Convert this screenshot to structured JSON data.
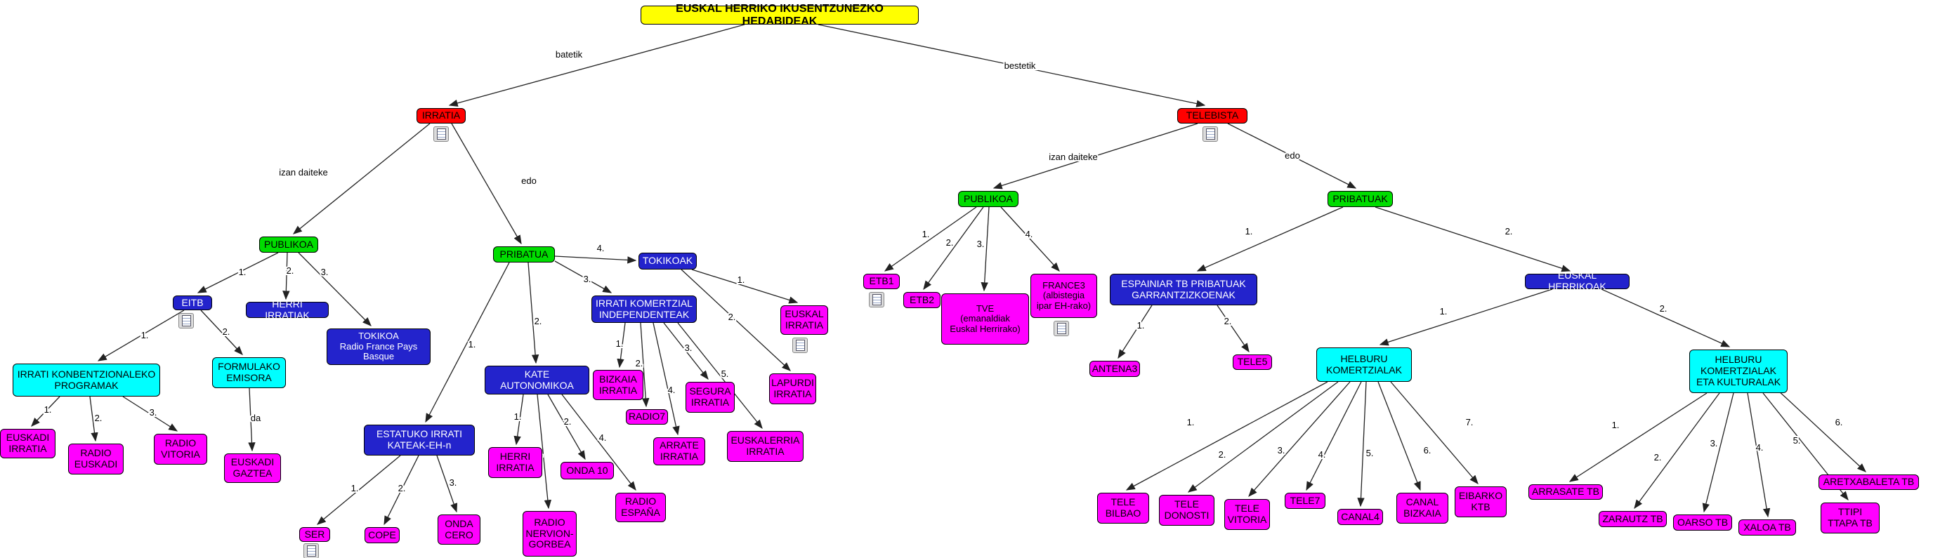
{
  "diagram": {
    "title": "EUSKAL HERRIKO IKUSENTZUNEZKO HEDABIDEAK",
    "type": "concept-map"
  },
  "colors": {
    "root": "#ffff00",
    "media": "#ff0000",
    "category": "#00dd00",
    "group": "#2323cc",
    "subgroup": "#00ffff",
    "leaf": "#ff00ff"
  },
  "labels": {
    "batetik": "batetik",
    "bestetik": "bestetik",
    "izan_daiteke": "izan daiteke",
    "edo": "edo",
    "da": "da",
    "n1": "1.",
    "n2": "2.",
    "n3": "3.",
    "n4": "4.",
    "n5": "5.",
    "n6": "6.",
    "n7": "7."
  },
  "nodes": {
    "root": {
      "label": "EUSKAL HERRIKO IKUSENTZUNEZKO HEDABIDEAK"
    },
    "irratia": {
      "label": "IRRATIA"
    },
    "telebista": {
      "label": "TELEBISTA"
    },
    "r_publikoa": {
      "label": "PUBLIKOA"
    },
    "r_pribatua": {
      "label": "PRIBATUA"
    },
    "eitb": {
      "label": "EITB"
    },
    "herri_irratiak": {
      "label": "HERRI IRRATIAK"
    },
    "tokikoa_rf": {
      "label": "TOKIKOA\nRadio France Pays Basque"
    },
    "irrati_konb": {
      "label": "IRRATI KONBENTZIONALEKO\nPROGRAMAK"
    },
    "formulako": {
      "label": "FORMULAKO\nEMISORA"
    },
    "euskadi_irratia": {
      "label": "EUSKADI\nIRRATIA"
    },
    "radio_euskadi": {
      "label": "RADIO\nEUSKADI"
    },
    "radio_vitoria": {
      "label": "RADIO\nVITORIA"
    },
    "euskadi_gaztea": {
      "label": "EUSKADI\nGAZTEA"
    },
    "estatuko": {
      "label": "ESTATUKO IRRATI\nKATEAK-EH-n"
    },
    "kate_auto": {
      "label": "KATE\nAUTONOMIKOA"
    },
    "irrati_kom": {
      "label": "IRRATI KOMERTZIAL\nINDEPENDENTEAK"
    },
    "tokikoak": {
      "label": "TOKIKOAK"
    },
    "ser": {
      "label": "SER"
    },
    "cope": {
      "label": "COPE"
    },
    "onda_cero": {
      "label": "ONDA\nCERO"
    },
    "herri_irratia": {
      "label": "HERRI\nIRRATIA"
    },
    "onda10": {
      "label": "ONDA 10"
    },
    "radio_nervion": {
      "label": "RADIO\nNERVION-\nGORBEA"
    },
    "radio_espana": {
      "label": "RADIO\nESPAÑA"
    },
    "bizkaia_irratia": {
      "label": "BIZKAIA\nIRRATIA"
    },
    "radio7": {
      "label": "RADIO7"
    },
    "segura_irratia": {
      "label": "SEGURA\nIRRATIA"
    },
    "arrate_irratia": {
      "label": "ARRATE\nIRRATIA"
    },
    "euskalerria": {
      "label": "EUSKALERRIA\nIRRATIA"
    },
    "euskal_irratia": {
      "label": "EUSKAL\nIRRATIA"
    },
    "lapurdi_irratia": {
      "label": "LAPURDI\nIRRATIA"
    },
    "t_publikoa": {
      "label": "PUBLIKOA"
    },
    "t_pribatuak": {
      "label": "PRIBATUAK"
    },
    "etb1": {
      "label": "ETB1"
    },
    "etb2": {
      "label": "ETB2"
    },
    "tve": {
      "label": "TVE\n(emanaldiak\nEuskal Herrirako)"
    },
    "france3": {
      "label": "FRANCE3\n(albistegia\nipar EH-rako)"
    },
    "espainiar": {
      "label": "ESPAINIAR TB PRIBATUAK\nGARRANTZIZKOENAK"
    },
    "antena3": {
      "label": "ANTENA3"
    },
    "tele5": {
      "label": "TELE5"
    },
    "eh_koak": {
      "label": "EUSKAL HERRIKOAK"
    },
    "helburu_kom": {
      "label": "HELBURU\nKOMERTZIALAK"
    },
    "helburu_kom_kult": {
      "label": "HELBURU\nKOMERTZIALAK\nETA KULTURALAK"
    },
    "tele_bilbao": {
      "label": "TELE\nBILBAO"
    },
    "tele_donosti": {
      "label": "TELE\nDONOSTI"
    },
    "tele_vitoria": {
      "label": "TELE\nVITORIA"
    },
    "tele7": {
      "label": "TELE7"
    },
    "canal4": {
      "label": "CANAL4"
    },
    "canal_bizkaia": {
      "label": "CANAL\nBIZKAIA"
    },
    "eibarko_ktb": {
      "label": "EIBARKO\nKTB"
    },
    "arrasate_tb": {
      "label": "ARRASATE TB"
    },
    "zarautz_tb": {
      "label": "ZARAUTZ TB"
    },
    "oarso_tb": {
      "label": "OARSO TB"
    },
    "xaloa_tb": {
      "label": "XALOA TB"
    },
    "ttipi": {
      "label": "TTIPI\nTTAPA TB"
    },
    "aretxabaleta": {
      "label": "ARETXABALETA TB"
    }
  }
}
